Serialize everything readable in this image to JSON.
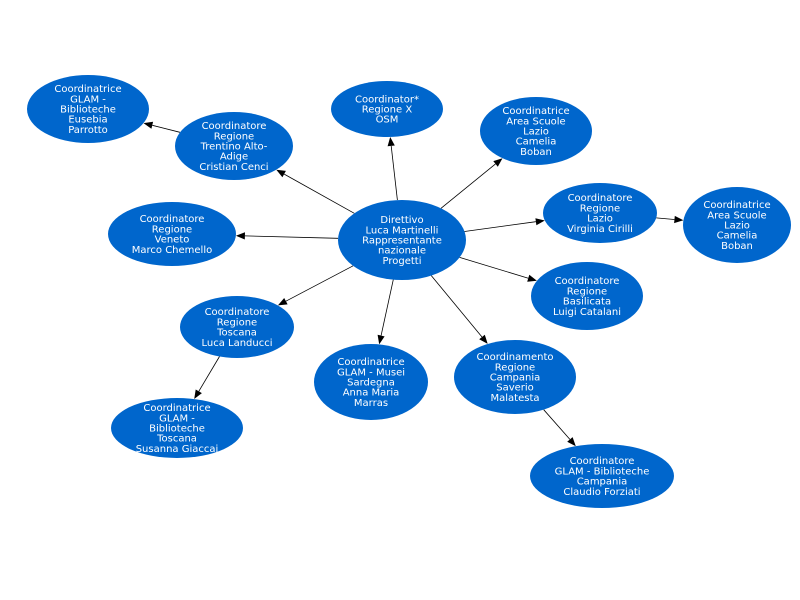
{
  "colors": {
    "node_fill": "#0066cc",
    "node_text": "#ffffff",
    "edge": "#000000",
    "background": "#ffffff"
  },
  "nodes": {
    "center": [
      "Direttivo",
      "Luca Martinelli",
      "Rappresentante",
      "nazionale",
      "Progetti"
    ],
    "osm": [
      "Coordinator*",
      "Regione X",
      "OSM"
    ],
    "lazio_scuole": [
      "Coordinatrice",
      "Area Scuole",
      "Lazio",
      "Camelia",
      "Boban"
    ],
    "lazio_reg": [
      "Coordinatore",
      "Regione",
      "Lazio",
      "Virginia Cirilli"
    ],
    "lazio_scuole_2": [
      "Coordinatrice",
      "Area Scuole",
      "Lazio",
      "Camelia",
      "Boban"
    ],
    "basilicata": [
      "Coordinatore",
      "Regione",
      "Basilicata",
      "Luigi Catalani"
    ],
    "campania_reg": [
      "Coordinamento",
      "Regione",
      "Campania",
      "Saverio",
      "Malatesta"
    ],
    "campania_glam": [
      "Coordinatore",
      "GLAM - Biblioteche",
      "Campania",
      "Claudio Forziati"
    ],
    "sardegna": [
      "Coordinatrice",
      "GLAM - Musei",
      "Sardegna",
      "Anna Maria",
      "Marras"
    ],
    "toscana_reg": [
      "Coordinatore",
      "Regione",
      "Toscana",
      "Luca Landucci"
    ],
    "toscana_glam": [
      "Coordinatrice",
      "GLAM -",
      "Biblioteche",
      "Toscana",
      "Susanna Giaccai"
    ],
    "veneto": [
      "Coordinatore",
      "Regione",
      "Veneto",
      "Marco Chemello"
    ],
    "trentino": [
      "Coordinatore",
      "Regione",
      "Trentino Alto-",
      "Adige",
      "Cristian Cenci"
    ],
    "trentino_glam": [
      "Coordinatrice",
      "GLAM -",
      "Biblioteche",
      "Eusebia",
      "Parrotto"
    ]
  },
  "edges": [
    [
      "center",
      "osm"
    ],
    [
      "center",
      "lazio_scuole"
    ],
    [
      "center",
      "lazio_reg"
    ],
    [
      "lazio_reg",
      "lazio_scuole_2"
    ],
    [
      "center",
      "basilicata"
    ],
    [
      "center",
      "campania_reg"
    ],
    [
      "campania_reg",
      "campania_glam"
    ],
    [
      "center",
      "sardegna"
    ],
    [
      "center",
      "toscana_reg"
    ],
    [
      "toscana_reg",
      "toscana_glam"
    ],
    [
      "center",
      "veneto"
    ],
    [
      "center",
      "trentino"
    ],
    [
      "trentino",
      "trentino_glam"
    ]
  ]
}
